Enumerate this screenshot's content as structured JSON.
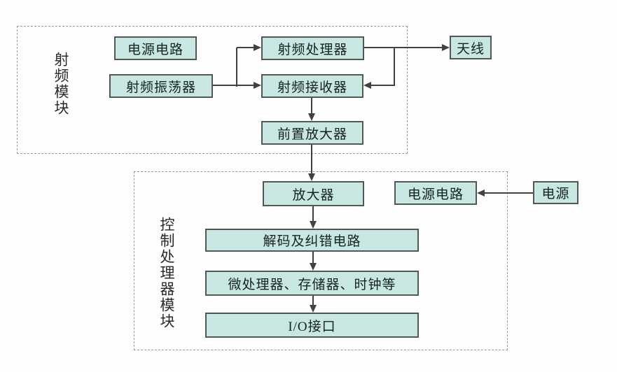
{
  "modules": {
    "rf": {
      "label": "射频模块"
    },
    "control": {
      "label": "控制处理器模块"
    }
  },
  "nodes": {
    "power_circuit_top": "电源电路",
    "rf_oscillator": "射频振荡器",
    "rf_processor": "射频处理器",
    "rf_receiver": "射频接收器",
    "preamplifier": "前置放大器",
    "antenna": "天线",
    "amplifier": "放大器",
    "power_circuit_ctrl": "电源电路",
    "decoder": "解码及纠错电路",
    "mcu": "微处理器、存储器、时钟等",
    "io_interface": "I/O接口",
    "power": "电源"
  },
  "edges": [
    {
      "from": "rf_oscillator",
      "to": "rf_processor"
    },
    {
      "from": "rf_oscillator",
      "to": "rf_receiver"
    },
    {
      "from": "rf_processor",
      "to": "antenna"
    },
    {
      "from": "rf_processor",
      "to": "rf_receiver"
    },
    {
      "from": "rf_receiver",
      "to": "preamplifier"
    },
    {
      "from": "preamplifier",
      "to": "amplifier"
    },
    {
      "from": "amplifier",
      "to": "decoder"
    },
    {
      "from": "decoder",
      "to": "mcu"
    },
    {
      "from": "mcu",
      "to": "io_interface"
    },
    {
      "from": "power",
      "to": "power_circuit_ctrl"
    }
  ],
  "colors": {
    "node_fill": "#c8e6e2",
    "node_border": "#505855",
    "line": "#414141",
    "module_border": "#9a9a9a",
    "text": "#16221f",
    "background": "#fefefe"
  }
}
